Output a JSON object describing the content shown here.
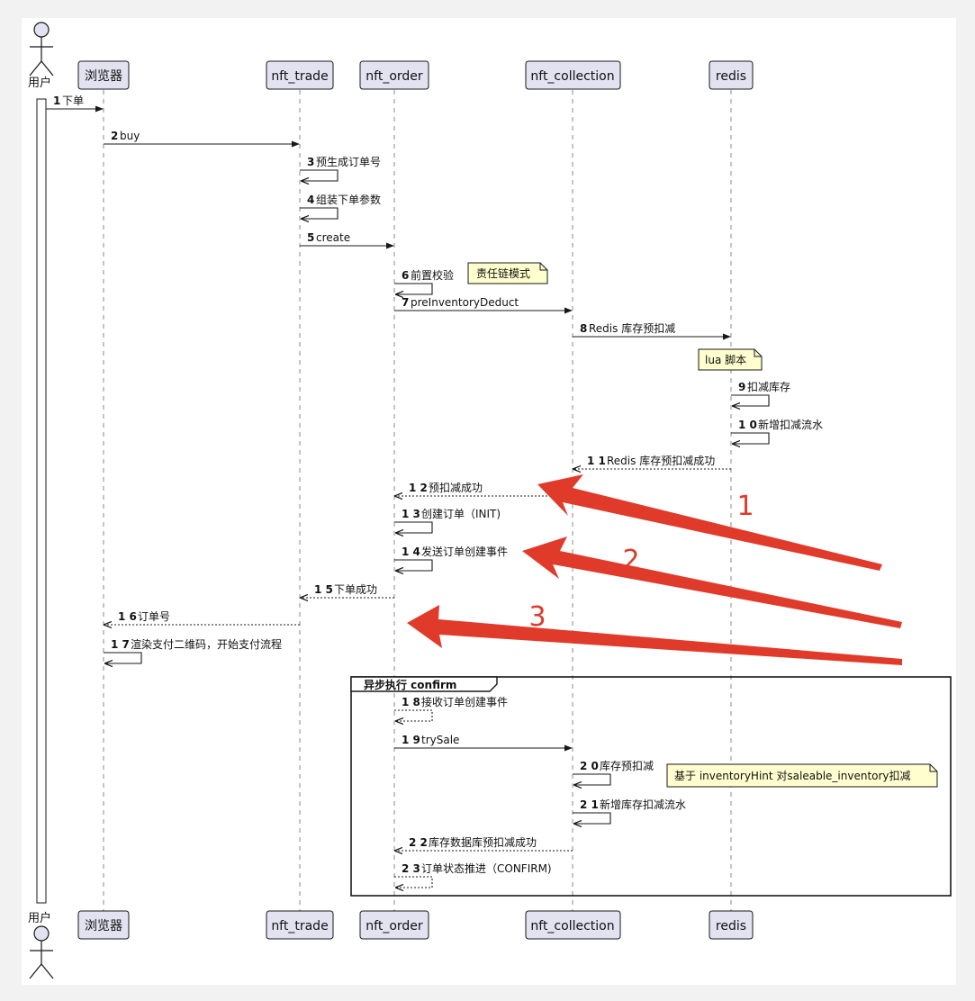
{
  "actor": {
    "label": "用户"
  },
  "participants": [
    {
      "id": "browser",
      "label": "浏览器"
    },
    {
      "id": "trade",
      "label": "nft_trade"
    },
    {
      "id": "order",
      "label": "nft_order"
    },
    {
      "id": "collection",
      "label": "nft_collection"
    },
    {
      "id": "redis",
      "label": "redis"
    }
  ],
  "messages": [
    {
      "num": "1",
      "text": "下单",
      "from": "user",
      "to": "browser",
      "style": "solid"
    },
    {
      "num": "2",
      "text": "buy",
      "from": "browser",
      "to": "trade",
      "style": "solid"
    },
    {
      "num": "3",
      "text": "预生成订单号",
      "from": "trade",
      "to": "trade",
      "style": "self"
    },
    {
      "num": "4",
      "text": "组装下单参数",
      "from": "trade",
      "to": "trade",
      "style": "self"
    },
    {
      "num": "5",
      "text": "create",
      "from": "trade",
      "to": "order",
      "style": "solid"
    },
    {
      "num": "6",
      "text": "前置校验",
      "from": "order",
      "to": "order",
      "style": "self"
    },
    {
      "num": "7",
      "text": "preInventoryDeduct",
      "from": "order",
      "to": "collection",
      "style": "solid"
    },
    {
      "num": "8",
      "text": "Redis 库存预扣减",
      "from": "collection",
      "to": "redis",
      "style": "solid"
    },
    {
      "num": "9",
      "text": "扣减库存",
      "from": "redis",
      "to": "redis",
      "style": "self"
    },
    {
      "num": "10",
      "text": "新增扣减流水",
      "from": "redis",
      "to": "redis",
      "style": "self"
    },
    {
      "num": "11",
      "text": "Redis 库存预扣减成功",
      "from": "redis",
      "to": "collection",
      "style": "dashed"
    },
    {
      "num": "12",
      "text": "预扣减成功",
      "from": "collection",
      "to": "order",
      "style": "dashed"
    },
    {
      "num": "13",
      "text": "创建订单（INIT)",
      "from": "order",
      "to": "order",
      "style": "self"
    },
    {
      "num": "14",
      "text": "发送订单创建事件",
      "from": "order",
      "to": "order",
      "style": "self"
    },
    {
      "num": "15",
      "text": "下单成功",
      "from": "order",
      "to": "trade",
      "style": "dashed"
    },
    {
      "num": "16",
      "text": "订单号",
      "from": "trade",
      "to": "browser",
      "style": "dashed"
    },
    {
      "num": "17",
      "text": "渲染支付二维码，开始支付流程",
      "from": "browser",
      "to": "browser",
      "style": "self"
    },
    {
      "num": "18",
      "text": "接收订单创建事件",
      "from": "order",
      "to": "order",
      "style": "self-dashed"
    },
    {
      "num": "19",
      "text": "trySale",
      "from": "order",
      "to": "collection",
      "style": "solid"
    },
    {
      "num": "20",
      "text": "库存预扣减",
      "from": "collection",
      "to": "collection",
      "style": "self"
    },
    {
      "num": "21",
      "text": "新增库存扣减流水",
      "from": "collection",
      "to": "collection",
      "style": "self"
    },
    {
      "num": "22",
      "text": "库存数据库预扣减成功",
      "from": "collection",
      "to": "order",
      "style": "dashed"
    },
    {
      "num": "23",
      "text": "订单状态推进（CONFIRM)",
      "from": "order",
      "to": "order",
      "style": "self-dashed"
    }
  ],
  "notes": [
    {
      "text": "责任链模式"
    },
    {
      "text": "lua 脚本"
    },
    {
      "text": "基于 inventoryHint 对saleable_inventory扣减"
    }
  ],
  "fragment": {
    "label": "异步执行 confirm"
  },
  "annotations": [
    {
      "label": "1"
    },
    {
      "label": "2"
    },
    {
      "label": "3"
    }
  ],
  "colors": {
    "participant_fill": "#e2e2f0",
    "participant_border": "#181818",
    "note_fill": "#fefece",
    "annotation_red": "#e03a2b",
    "lifeline": "#888888"
  }
}
